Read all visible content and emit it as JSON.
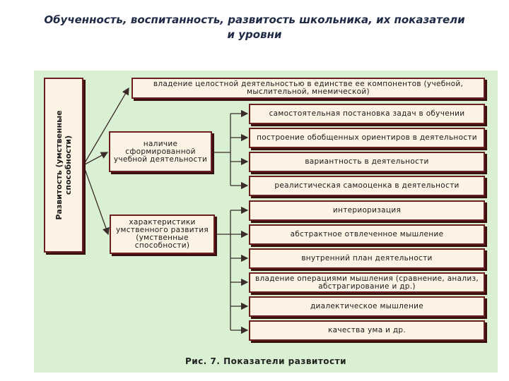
{
  "title": "Обученность, воспитанность, развитость школьника, их показатели и уровни",
  "root": "Развитость (умственные способности)",
  "level1": [
    "владение целостной деятельностью в единстве ее компонентов (учебной, мыслительной, мнемической)",
    "наличие сформированной учебной деятельности",
    "характеристики умственного развития (умственные способности)"
  ],
  "group_activity": [
    "самостоятельная постановка задач в обучении",
    "построение обобщенных ориентиров в деятельности",
    "вариантность в деятельности",
    "реалистическая самооценка в деятельности"
  ],
  "group_mental": [
    "интериоризация",
    "абстрактное отвлеченное мышление",
    "внутренний план деятельности",
    "владение операциями мышления (сравнение, анализ, абстрагирование и др.)",
    "диалектическое мышление",
    "качества ума и др."
  ],
  "caption": "Рис. 7. Показатели развитости",
  "colors": {
    "panel": "#d9f0d2",
    "box_fill": "#fdf3e4",
    "border": "#6b1f1f",
    "line": "#3a2a2a"
  }
}
